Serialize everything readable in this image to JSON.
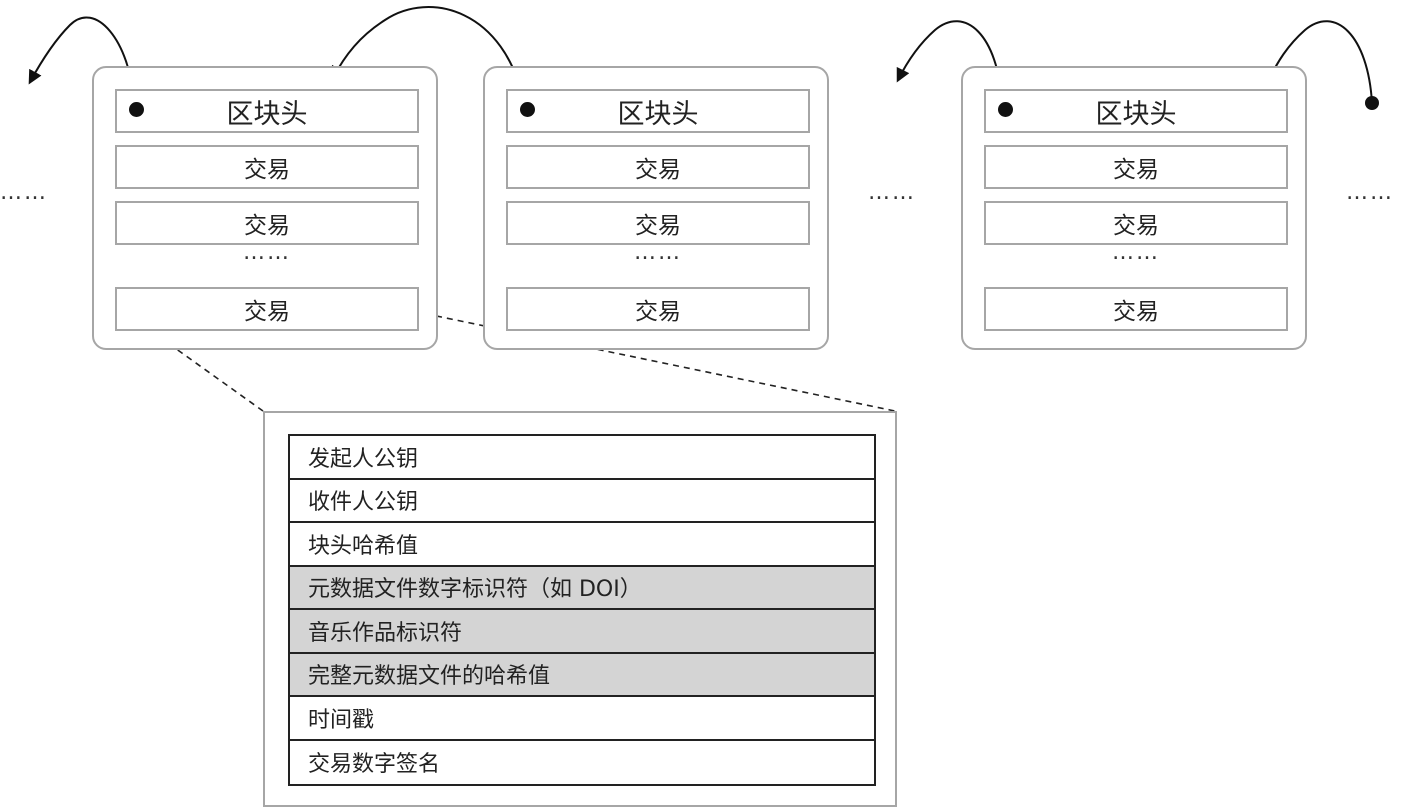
{
  "blocks": [
    {
      "header": "区块头",
      "transactions": [
        "交易",
        "交易"
      ],
      "ellipsis": "……",
      "last_transaction": "交易"
    },
    {
      "header": "区块头",
      "transactions": [
        "交易",
        "交易"
      ],
      "ellipsis": "……",
      "last_transaction": "交易"
    },
    {
      "header": "区块头",
      "transactions": [
        "交易",
        "交易"
      ],
      "ellipsis": "……",
      "last_transaction": "交易"
    }
  ],
  "chain_ellipses": [
    "……",
    "……",
    "……"
  ],
  "transaction_fields": [
    {
      "label": "发起人公钥",
      "highlighted": false
    },
    {
      "label": "收件人公钥",
      "highlighted": false
    },
    {
      "label": "块头哈希值",
      "highlighted": false
    },
    {
      "label": "元数据文件数字标识符（如 DOI）",
      "highlighted": true
    },
    {
      "label": "音乐作品标识符",
      "highlighted": true
    },
    {
      "label": "完整元数据文件的哈希值",
      "highlighted": true
    },
    {
      "label": "时间戳",
      "highlighted": false
    },
    {
      "label": "交易数字签名",
      "highlighted": false
    }
  ],
  "colors": {
    "border": "#a6a6a6",
    "highlight": "#d4d4d4",
    "ink": "#111111"
  }
}
